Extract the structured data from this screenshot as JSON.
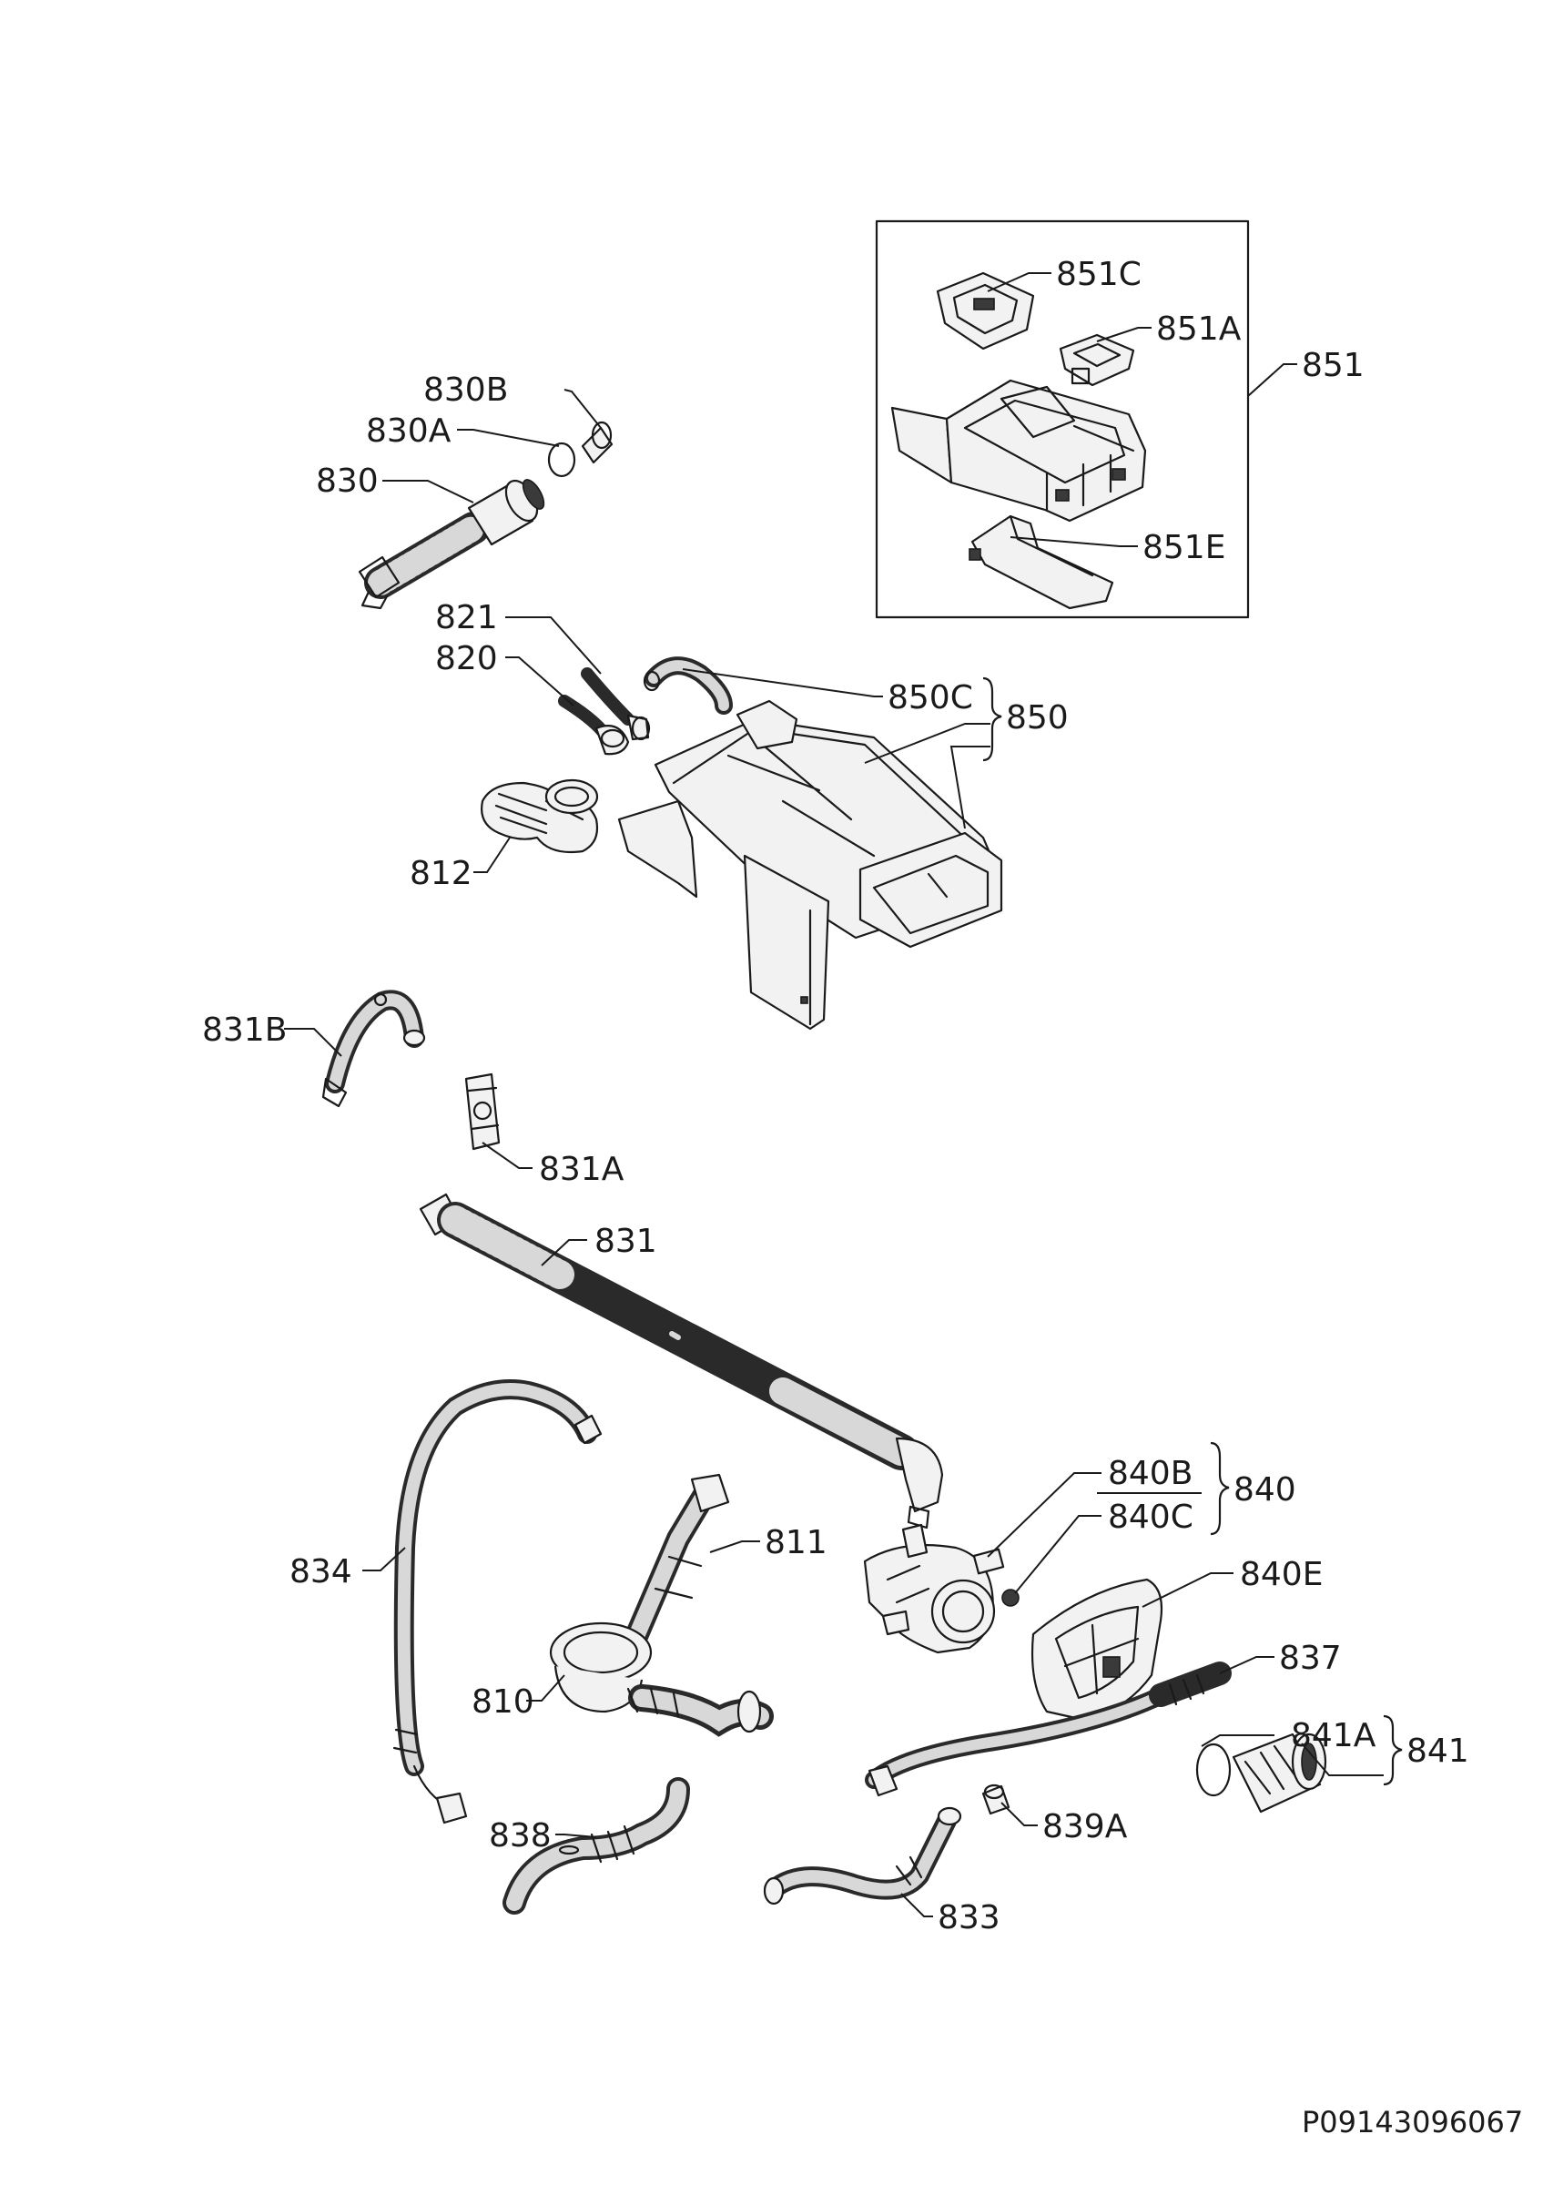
{
  "labels": {
    "p851C": "851C",
    "p851A": "851A",
    "p851": "851",
    "p851E": "851E",
    "p830B": "830B",
    "p830A": "830A",
    "p830": "830",
    "p821": "821",
    "p820": "820",
    "p850C": "850C",
    "p850": "850",
    "p812": "812",
    "p831B": "831B",
    "p831A": "831A",
    "p831": "831",
    "p840B": "840B",
    "p840": "840",
    "p840C": "840C",
    "p811": "811",
    "p834": "834",
    "p840E": "840E",
    "p837": "837",
    "p810": "810",
    "p841A": "841A",
    "p841": "841",
    "p838": "838",
    "p839A": "839A",
    "p833": "833"
  },
  "drawing_code": "P09143096067"
}
